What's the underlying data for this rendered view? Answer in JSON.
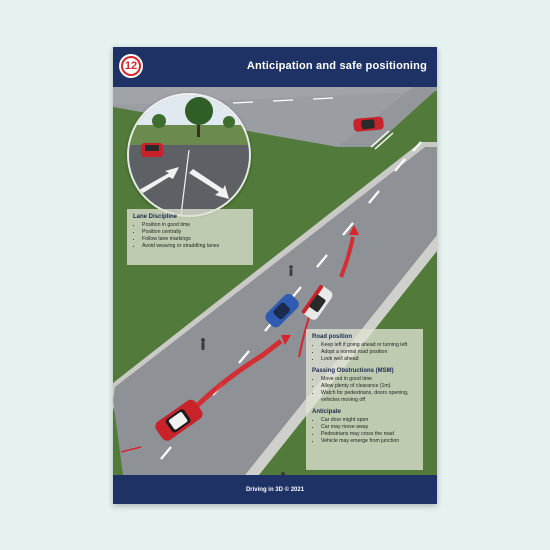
{
  "header": {
    "badge_number": "12",
    "title": "Anticipation and safe positioning"
  },
  "lane_discipline": {
    "heading": "Lane Discipline",
    "items": [
      "Position in good time",
      "Position centrally",
      "Follow lane markings",
      "Avoid weaving or straddling lanes"
    ]
  },
  "road_position": {
    "heading": "Road position",
    "items": [
      "Keep left if going ahead or turning left",
      "Adopt a normal road position",
      "Look well ahead"
    ]
  },
  "passing_obstructions": {
    "heading": "Passing Obstructions (MSM)",
    "items": [
      "Move out in good time",
      "Allow plenty of clearance (1m)",
      "Watch for pedestrians, doors opening, vehicles moving off"
    ]
  },
  "anticipate": {
    "heading": "Anticipate",
    "items": [
      "Car door might open",
      "Car may move away",
      "Pedestrians may cross the road",
      "Vehicle may emerge from junction"
    ]
  },
  "footer": {
    "text": "Driving in 3D © 2021"
  },
  "colors": {
    "navy": "#1f3266",
    "badge_red": "#d7262b",
    "grass": "#4f7a3a",
    "road": "#8e9196",
    "arrow_red": "#d9252a"
  },
  "icons": [
    "red-car-icon",
    "blue-car-icon",
    "pedestrian-icon",
    "path-arrow-icon",
    "tree-icon"
  ]
}
